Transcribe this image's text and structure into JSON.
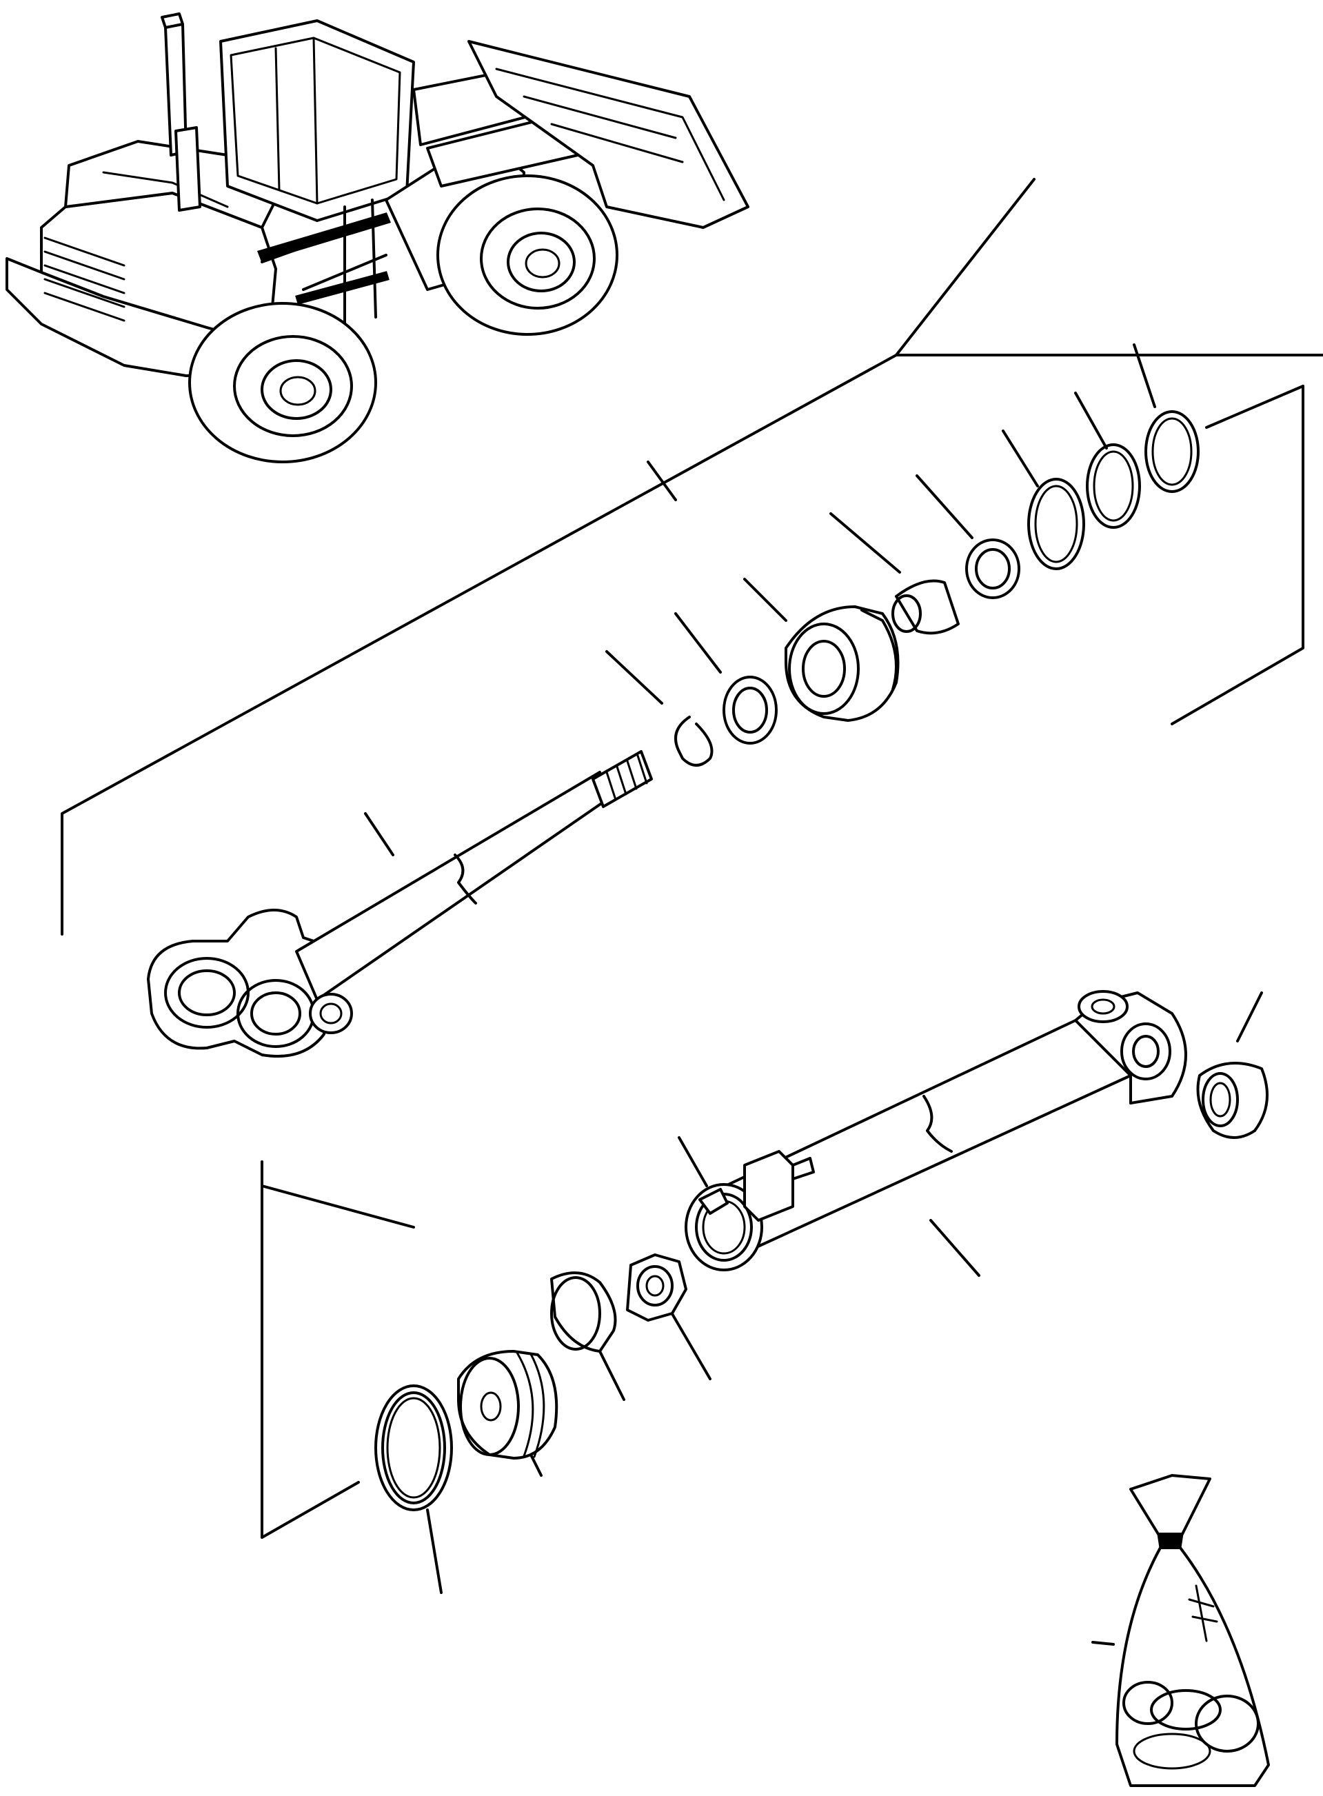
{
  "diagram": {
    "line_color": "#000000",
    "background": "#ffffff",
    "parts": [
      "wheel-loader",
      "piston-rod",
      "retaining-ring",
      "bushing",
      "cylinder-head",
      "rod-bushing",
      "rod-seal",
      "o-ring-large",
      "backup-ring",
      "o-ring-small",
      "cylinder-tube",
      "grease-fitting",
      "pin-bushing",
      "piston-nut",
      "wear-ring",
      "piston",
      "piston-seal",
      "seal-kit-bag"
    ]
  }
}
